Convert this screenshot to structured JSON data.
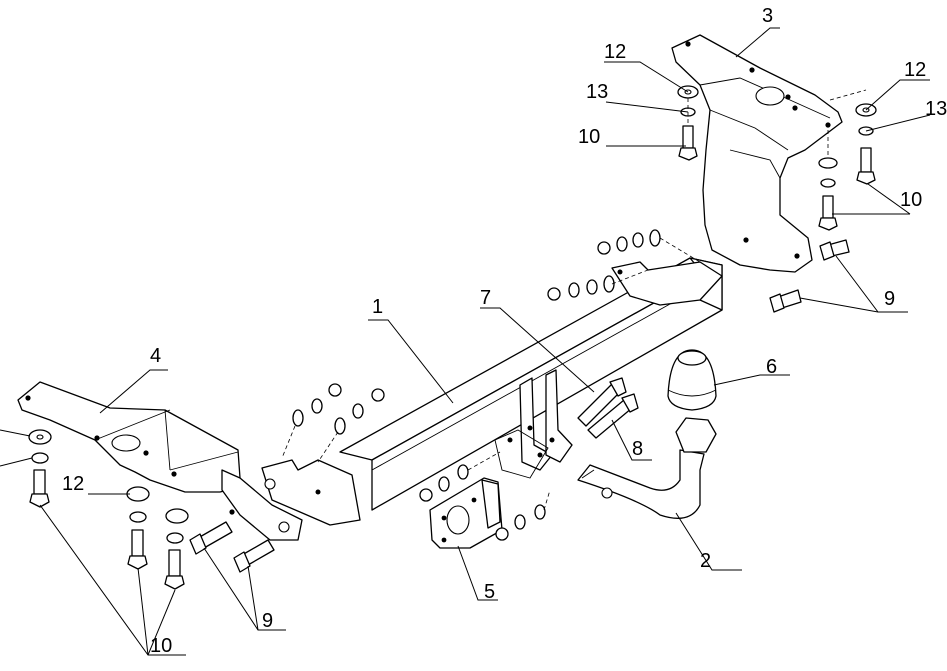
{
  "callouts": {
    "c1": "1",
    "c2": "2",
    "c3": "3",
    "c4": "4",
    "c5": "5",
    "c6": "6",
    "c7": "7",
    "c8": "8",
    "c9_right": "9",
    "c9_left": "9",
    "c10_right_top": "10",
    "c10_right": "10",
    "c10_left": "10",
    "c12_right_top": "12",
    "c12_right": "12",
    "c12_left": "12",
    "c13_right_top": "13",
    "c13_right": "13"
  }
}
